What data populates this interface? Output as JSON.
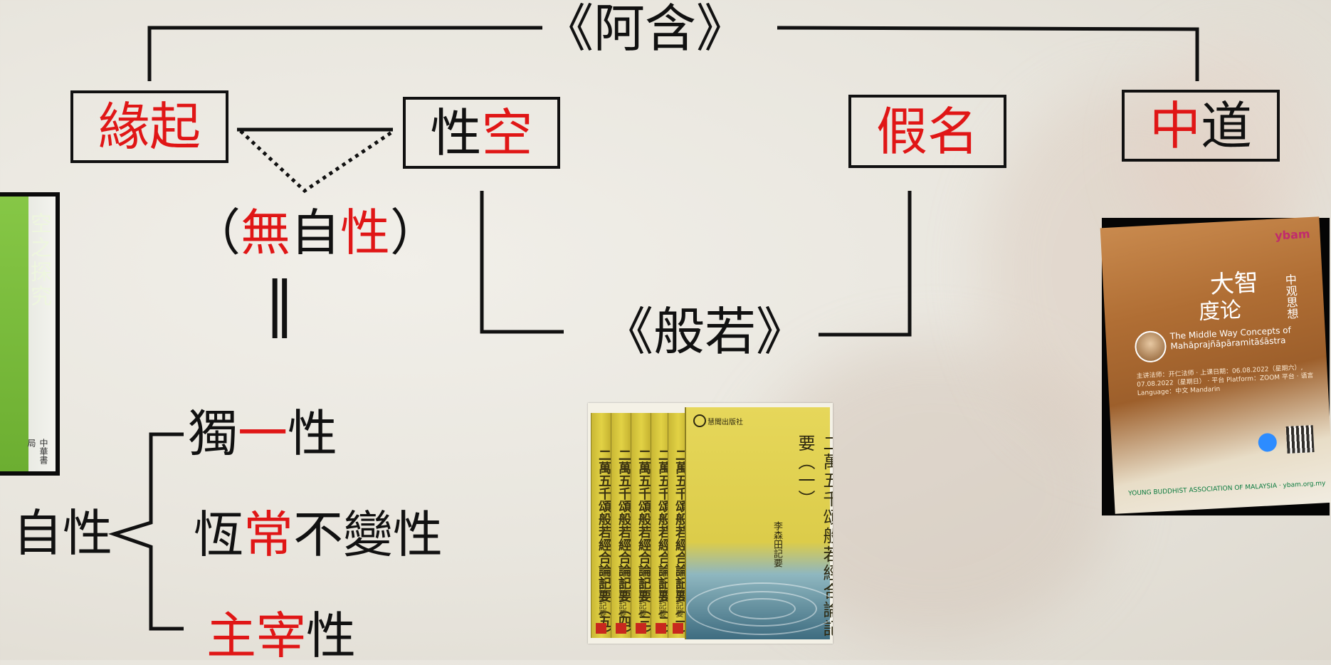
{
  "title_top": "《阿含》",
  "title_mid": "《般若》",
  "boxes": {
    "yuanqi": {
      "red": "緣起",
      "black": ""
    },
    "xingkong": {
      "black": "性",
      "red": "空"
    },
    "jiaming": {
      "red": "假名",
      "black": ""
    },
    "zhongdao": {
      "red": "中",
      "black": "道"
    }
  },
  "wuzixing": {
    "open": "（",
    "wu": "無",
    "zi": "自",
    "xing": "性",
    "close": "）"
  },
  "equals": "‖",
  "zixing_label": "自性",
  "branches": [
    {
      "a": "獨",
      "a_red": false,
      "b": "一",
      "b_red": true,
      "c": "性"
    },
    {
      "a": "恆",
      "a_red": false,
      "b": "常",
      "b_red": true,
      "c": "不變性"
    },
    {
      "a": "",
      "a_red": false,
      "b": "主宰",
      "b_red": true,
      "c": "性"
    }
  ],
  "images": {
    "left_book": {
      "title": "空之探究",
      "publisher": "中華書局"
    },
    "center_books": {
      "publisher": "慧聞出版社",
      "front_title": "二萬五千頌般若經合論記要（一）",
      "author": "李森田記要",
      "spines": [
        {
          "title": "二萬五千頌般若經合論記要（五）",
          "author": "李森田記要"
        },
        {
          "title": "二萬五千頌般若經合論記要（四）",
          "author": "李森田記要"
        },
        {
          "title": "二萬五千頌般若經合論記要（三）",
          "author": "李森田記要"
        },
        {
          "title": "二萬五千頌般若經合論記要（二）",
          "author": "李森田記要"
        },
        {
          "title": "二萬五千頌般若經合論記要（一）",
          "author": "李森田記要"
        }
      ]
    },
    "poster": {
      "brand": "ybam",
      "title1": "大智",
      "title2": "度论",
      "subtitle": "中观思想",
      "english1": "The Middle Way Concepts of",
      "english2": "Mahāprajñāpāramitāśāstra",
      "info": "主讲法师：开仁法师 · 上课日期：06.08.2022（星期六）, 07.08.2022（星期日） · 平台 Platform：ZOOM 平台 · 语言 Language：中文 Mandarin",
      "footer": "YOUNG BUDDHIST ASSOCIATION OF MALAYSIA · ybam.org.my"
    }
  }
}
